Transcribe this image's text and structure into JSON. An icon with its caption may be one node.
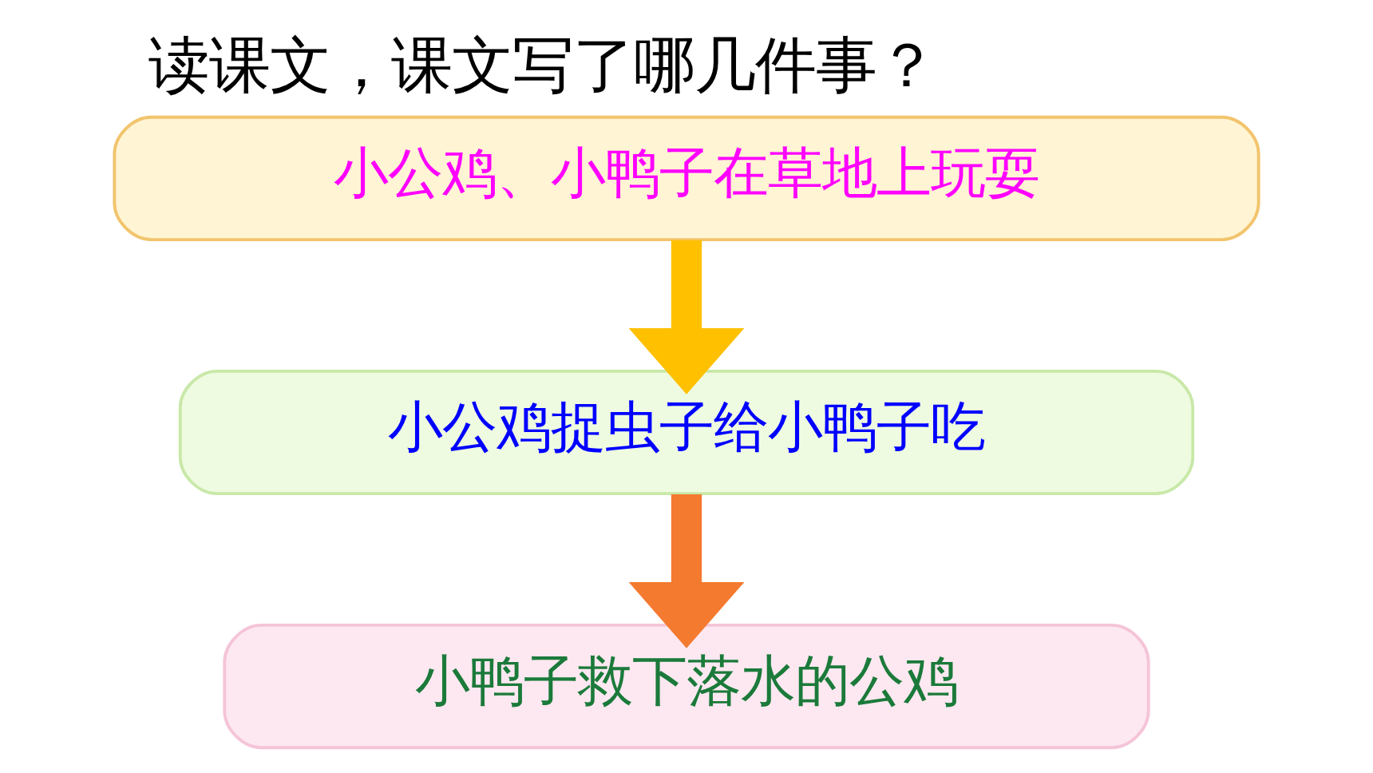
{
  "diagram": {
    "title": "读课文，课文写了哪几件事？",
    "nodes": [
      {
        "text": [
          "小公鸡、小鸭子在草地上玩耍"
        ]
      },
      {
        "text": [
          "小公鸡捉虫子给小鸭子吃"
        ]
      },
      {
        "text": [
          "小鸭子救下落水的公鸡"
        ]
      }
    ],
    "edges": [
      {
        "from": 0,
        "to": 1,
        "arrow": "to",
        "color": "#ffc000"
      },
      {
        "from": 1,
        "to": 2,
        "arrow": "to",
        "color": "#f47a30"
      }
    ]
  }
}
